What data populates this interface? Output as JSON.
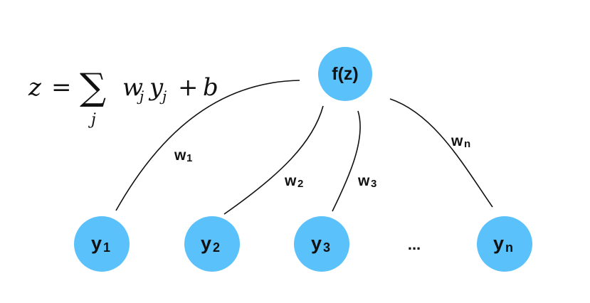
{
  "formula": {
    "lhs": "z",
    "equals": "=",
    "sum_symbol": "∑",
    "sum_index": "j",
    "term_w": "w",
    "term_w_sub": "j",
    "term_y": "y",
    "term_y_sub": "j",
    "plus": "+",
    "bias": "b"
  },
  "output_node": {
    "label": "f(z)"
  },
  "input_nodes": [
    {
      "base": "y",
      "sub": "1"
    },
    {
      "base": "y",
      "sub": "2"
    },
    {
      "base": "y",
      "sub": "3"
    },
    {
      "base": "y",
      "sub": "n"
    }
  ],
  "ellipsis": "...",
  "weights": [
    {
      "base": "w",
      "sub": "1"
    },
    {
      "base": "w",
      "sub": "2"
    },
    {
      "base": "w",
      "sub": "3"
    },
    {
      "base": "w",
      "sub": "n"
    }
  ],
  "colors": {
    "node_fill": "#5ac1fa",
    "edge": "#111111",
    "text": "#111111"
  }
}
